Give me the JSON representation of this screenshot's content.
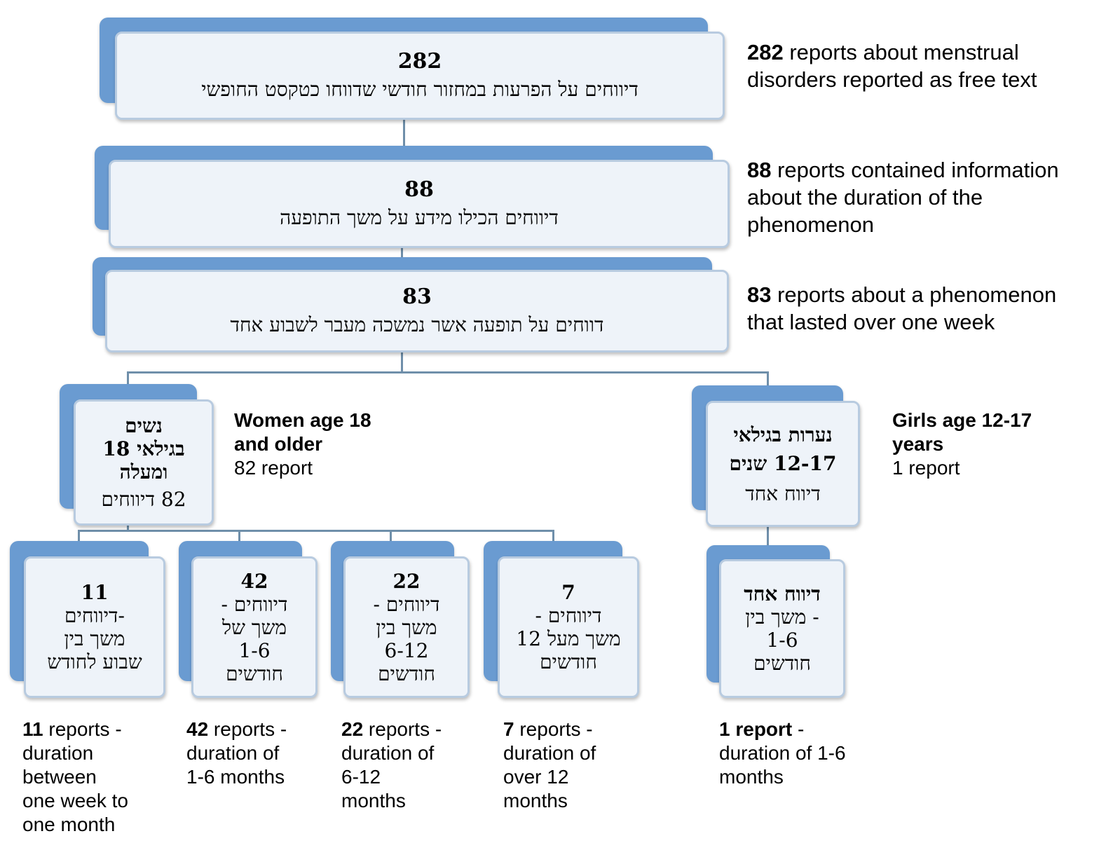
{
  "boxes": {
    "b282": {
      "number": "282",
      "text": "דיווחים על הפרעות במחזור חודשי שדווחו כטקסט החופשי"
    },
    "b88": {
      "number": "88",
      "text": "דיווחים הכילו מידע על משך התופעה"
    },
    "b83": {
      "number": "83",
      "text": "דווחים על תופעה אשר נמשכה מעבר לשבוע אחד"
    },
    "women": {
      "line1": "נשים",
      "line2": "בגילאי 18",
      "line3": "ומעלה",
      "line4": "82 דיווחים"
    },
    "girls": {
      "line1": "נערות בגילאי",
      "line2": "12-17 שנים",
      "line3": "דיווח אחד"
    },
    "w11": {
      "number": "11",
      "line1": "-דיווחים",
      "line2": "משך בין",
      "line3": "שבוע לחודש"
    },
    "w42": {
      "number": "42",
      "line1": "דיווחים -",
      "line2": "משך של",
      "line3": "1-6",
      "line4": "חודשים"
    },
    "w22": {
      "number": "22",
      "line1": "דיווחים -",
      "line2": "משך בין",
      "line3": "6-12",
      "line4": "חודשים"
    },
    "w7": {
      "number": "7",
      "line1": "דיווחים -",
      "line2": "משך מעל 12",
      "line3": "חודשים"
    },
    "g1": {
      "line1": "דיווח אחד",
      "line2": "- משך בין",
      "line3": "1-6",
      "line4": "חודשים"
    }
  },
  "captions": {
    "c282": {
      "bold": "282",
      "rest": " reports about menstrual",
      "line2": "disorders reported as free text"
    },
    "c88": {
      "bold": "88",
      "rest": " reports contained information",
      "line2": "about the duration of the",
      "line3": "phenomenon"
    },
    "c83": {
      "bold": "83",
      "rest": " reports about a phenomenon",
      "line2": "that lasted over one week"
    },
    "women": {
      "line1": "Women age 18",
      "line2": "and older",
      "line3": "82 report"
    },
    "girls": {
      "line1": "Girls age 12-17",
      "line2": "years",
      "line3": "1 report"
    },
    "w11": {
      "bold": "11",
      "rest": " reports -",
      "line2": "duration",
      "line3": "between",
      "line4": "one week to",
      "line5": "one month"
    },
    "w42": {
      "bold": "42",
      "rest": " reports -",
      "line2": "duration of",
      "line3": "1-6 months"
    },
    "w22": {
      "bold": "22",
      "rest": " reports -",
      "line2": "duration of",
      "line3": "6-12",
      "line4": "months"
    },
    "w7": {
      "bold": "7",
      "rest": " reports -",
      "line2": "duration of",
      "line3": "over 12",
      "line4": "months"
    },
    "g1": {
      "bold": "1 report",
      "rest": " -",
      "line2": "duration of 1-6",
      "line3": "months"
    }
  }
}
